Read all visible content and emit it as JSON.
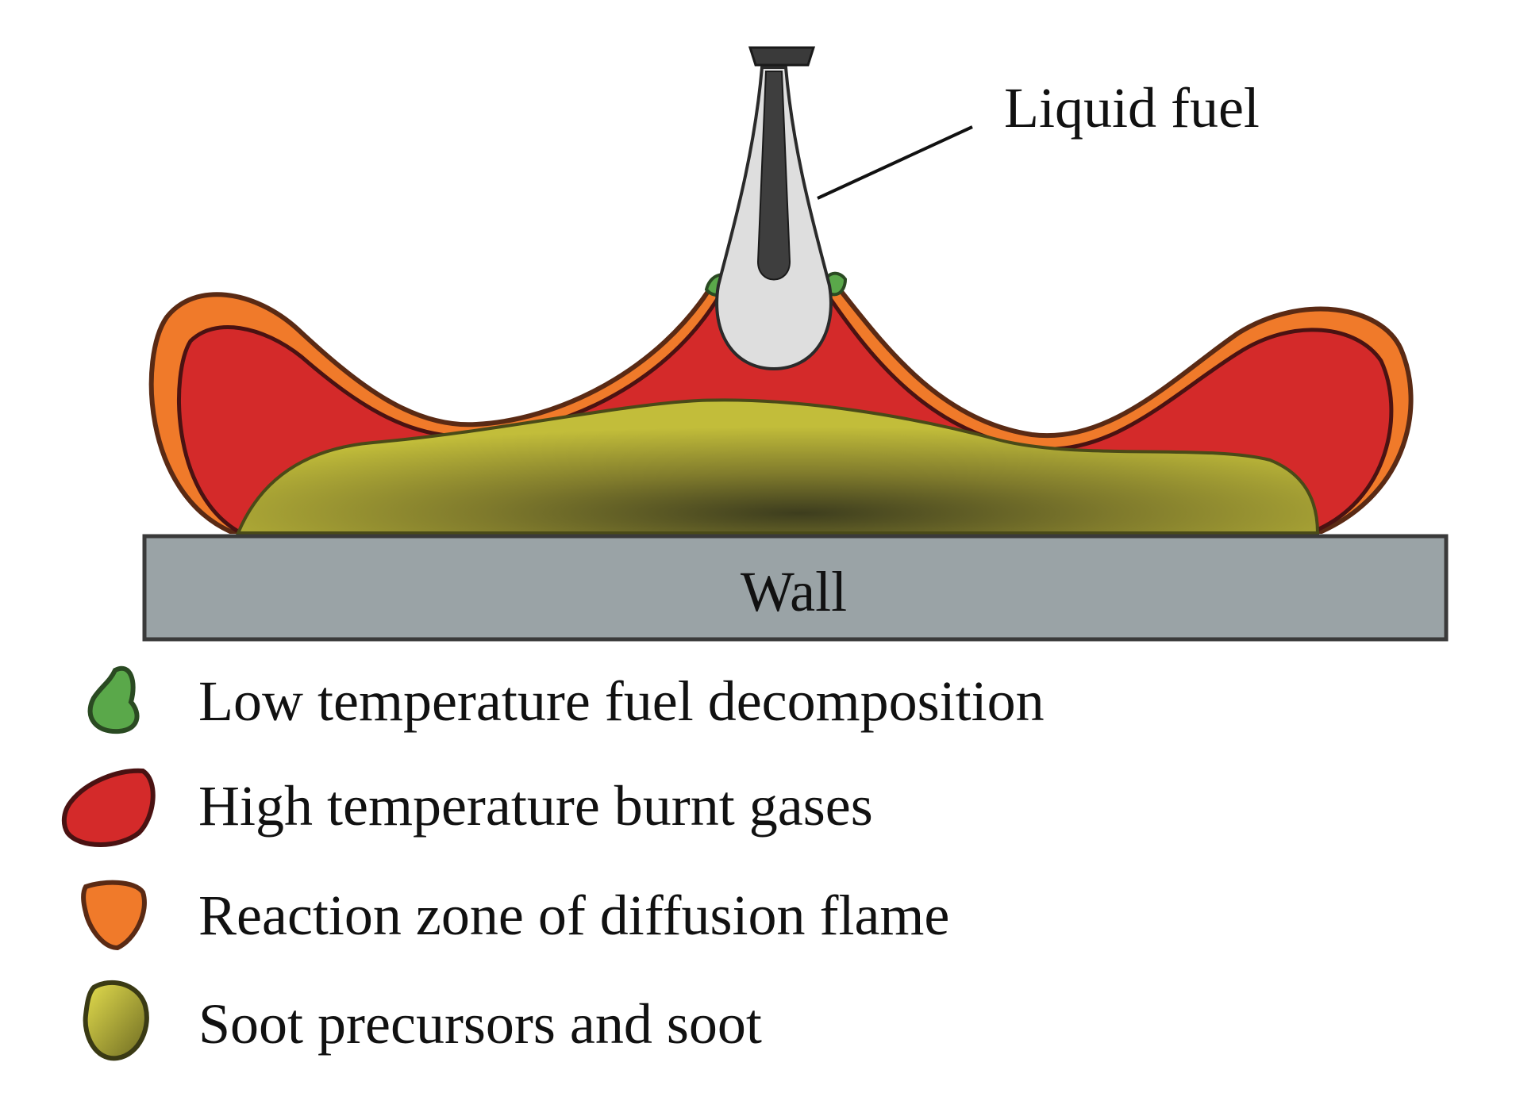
{
  "diagram": {
    "callout_label": "Liquid fuel",
    "wall_label": "Wall",
    "legend": [
      {
        "label": "Low temperature fuel decomposition",
        "color": "#5aa84a",
        "icon": "green-blob-icon"
      },
      {
        "label": "High temperature burnt gases",
        "color": "#d42a2a",
        "icon": "red-blob-icon"
      },
      {
        "label": "Reaction zone of diffusion flame",
        "color": "#f07a2a",
        "icon": "orange-blob-icon"
      },
      {
        "label": "Soot precursors and soot",
        "color": "#c2bd3a",
        "icon": "olive-blob-icon"
      }
    ],
    "colors": {
      "wall": "#9aa3a6",
      "spray": "#dcdcdc",
      "nozzle": "#3a3a3a",
      "burnt_gas": "#d42a2a",
      "flame_zone": "#f07a2a",
      "soot": "#b8b535",
      "low_temp": "#5aa84a"
    }
  }
}
